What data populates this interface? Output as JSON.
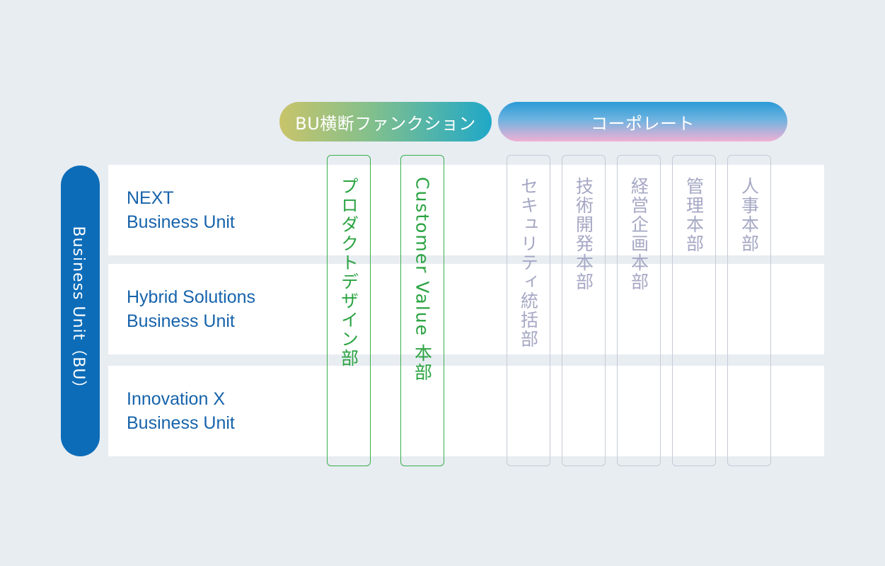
{
  "header": {
    "bu_function_label": "BU横断ファンクション",
    "corporate_label": "コーポレート"
  },
  "axis": {
    "label": "Business Unit（BU）"
  },
  "rows": [
    {
      "line1": "NEXT",
      "line2": "Business Unit"
    },
    {
      "line1": "Hybrid Solutions",
      "line2": "Business Unit"
    },
    {
      "line1": "Innovation X",
      "line2": "Business Unit"
    }
  ],
  "bu_functions": [
    {
      "label": "プロダクトデザイン部"
    },
    {
      "label": "Customer Value 本部"
    }
  ],
  "corporate": [
    {
      "label": "セキュリティ統括部"
    },
    {
      "label": "技術開発本部"
    },
    {
      "label": "経営企画本部"
    },
    {
      "label": "管理本部"
    },
    {
      "label": "人事本部"
    }
  ],
  "colors": {
    "background": "#e8edf2",
    "primary_blue": "#0c6cb8",
    "row_text": "#1663ab",
    "green": "#2aa341",
    "gray_text": "#a5a8c4"
  }
}
